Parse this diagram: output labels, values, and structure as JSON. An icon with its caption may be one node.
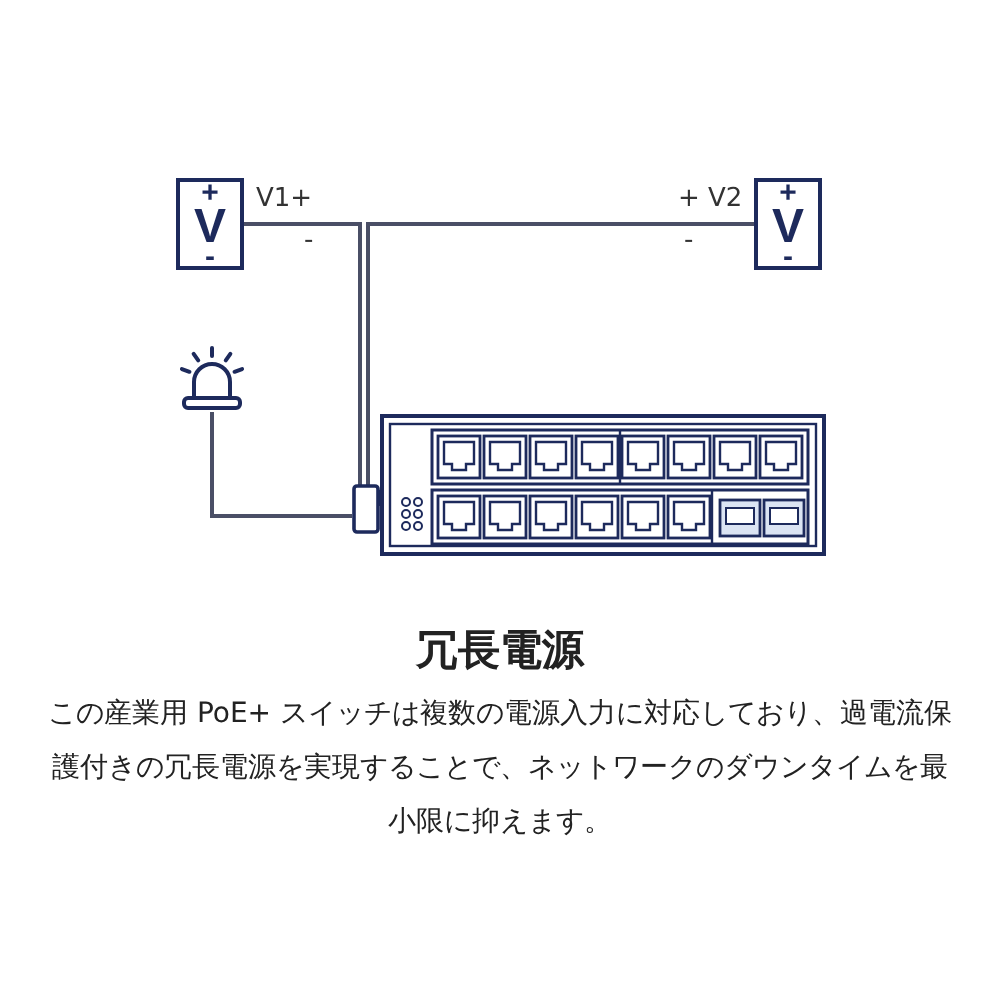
{
  "diagram": {
    "title": "冗長電源",
    "caption": "この産業用 PoE+ スイッチは複数の電源入力に対応しており、過電流保護付きの冗長電源を実現することで、ネットワークのダウンタイムを最小限に抑えます。",
    "nodes": [
      {
        "text": [
          "+",
          "V",
          "-"
        ]
      },
      {
        "text": [
          "+",
          "V",
          "-"
        ]
      },
      {
        "text": [],
        "shape": "picture"
      },
      {
        "text": [],
        "shape": "picture"
      }
    ],
    "edges": [
      {
        "from": 0,
        "to": 3,
        "arrow": "none"
      },
      {
        "from": 1,
        "to": 3,
        "arrow": "none"
      },
      {
        "from": 2,
        "to": 3,
        "arrow": "none"
      }
    ],
    "labels": [
      "V1+",
      "-",
      "+ V2",
      "-"
    ]
  }
}
